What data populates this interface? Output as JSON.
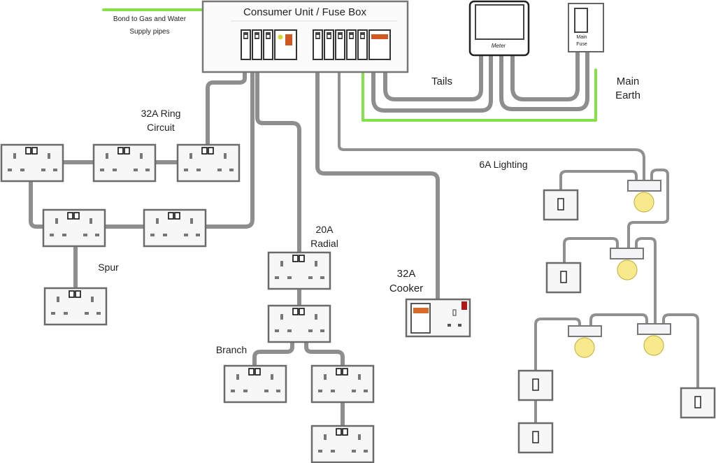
{
  "title": "Consumer Unit / Fuse Box",
  "labels": {
    "bonding_line1": "Bond to Gas and Water",
    "bonding_line2": "Supply pipes",
    "meter": "Meter",
    "main_fuse_line1": "Main",
    "main_fuse_line2": "Fuse",
    "tails": "Tails",
    "main_earth_line1": "Main",
    "main_earth_line2": "Earth",
    "ring_line1": "32A Ring",
    "ring_line2": "Circuit",
    "spur": "Spur",
    "radial_line1": "20A",
    "radial_line2": "Radial",
    "branch": "Branch",
    "cooker_line1": "32A",
    "cooker_line2": "Cooker",
    "lighting": "6A Lighting"
  },
  "consumer_unit": {
    "left_bank_mcbs": 3,
    "right_bank_mcbs": 5,
    "main_switch_color": "#d2561f",
    "indicator_color": "#d8d832"
  },
  "circuits": [
    {
      "name": "32A Ring Circuit",
      "sockets": 5,
      "spurs": 1
    },
    {
      "name": "20A Radial",
      "sockets": 5
    },
    {
      "name": "32A Cooker",
      "units": 1
    },
    {
      "name": "6A Lighting",
      "switches": 5,
      "lights": 4
    }
  ],
  "colors": {
    "wire": "#8e8e8e",
    "earth": "#86e04a",
    "bulb": "#f8ea8c",
    "cooker_switch": "#d86a2a",
    "cooker_neon": "#b01818",
    "outline": "#6b6b6b"
  }
}
